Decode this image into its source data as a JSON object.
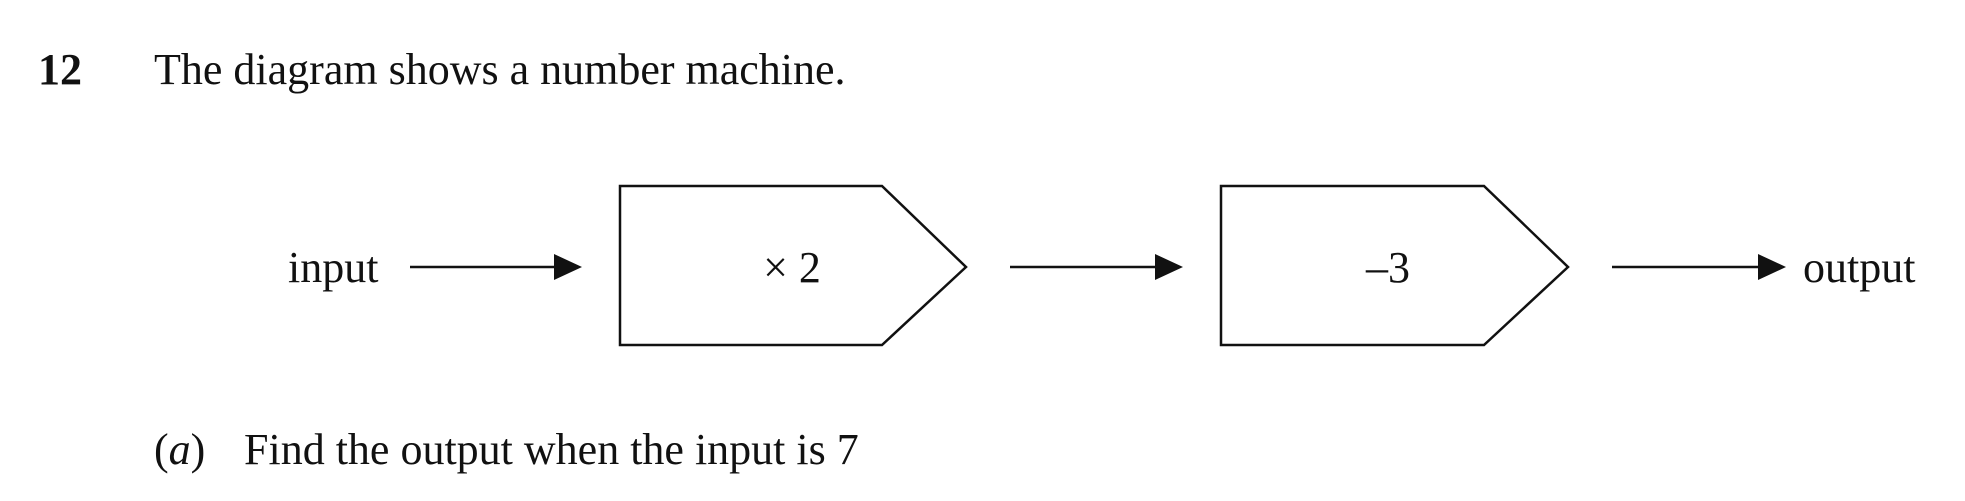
{
  "question": {
    "number": "12",
    "stem": "The diagram shows a number machine."
  },
  "machine": {
    "input_label": "input",
    "output_label": "output",
    "steps": [
      {
        "operation": "× 2"
      },
      {
        "operation": "–3"
      }
    ]
  },
  "part_a": {
    "letter": "a",
    "text": "Find the output when the input is 7"
  }
}
